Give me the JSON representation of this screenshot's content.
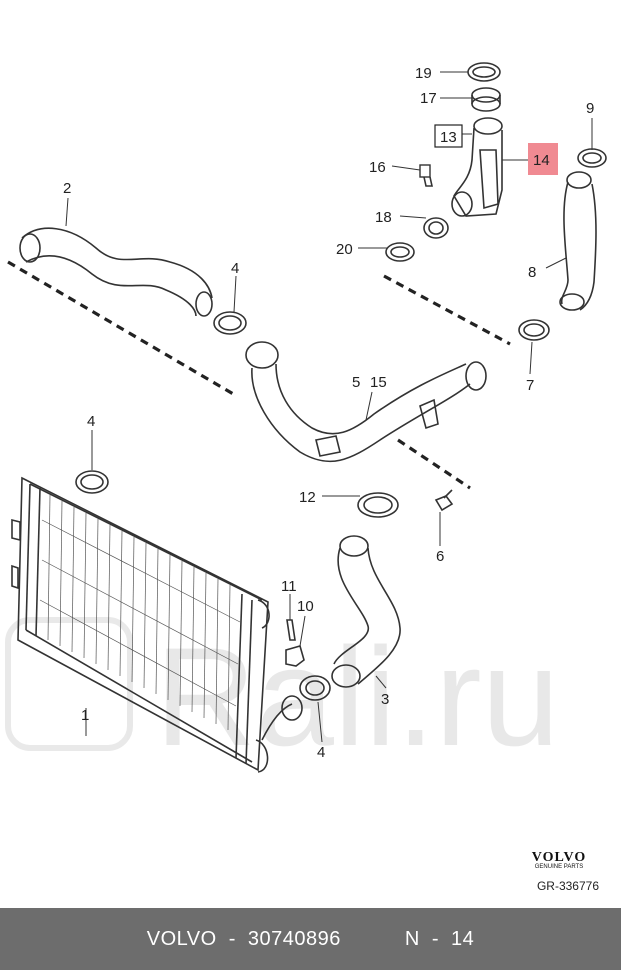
{
  "diagram": {
    "callouts": {
      "c19": "19",
      "c17": "17",
      "c13": "13",
      "c14": "14",
      "c9": "9",
      "c16": "16",
      "c2": "2",
      "c18": "18",
      "c20": "20",
      "c8": "8",
      "c4a": "4",
      "c5": "5",
      "c15": "15",
      "c7": "7",
      "c4b": "4",
      "c12": "12",
      "c6": "6",
      "c11": "11",
      "c10": "10",
      "c3": "3",
      "c4c": "4",
      "c1": "1"
    },
    "highlight_color": "#f08a92",
    "brand_name": "VOLVO",
    "brand_tagline": "GENUINE PARTS",
    "reference": "GR-336776",
    "watermark": "Rali.ru"
  },
  "footer": {
    "brand": "VOLVO",
    "separator": "-",
    "part_number": "30740896",
    "position_prefix": "N",
    "position_separator": "-",
    "position": "14"
  }
}
